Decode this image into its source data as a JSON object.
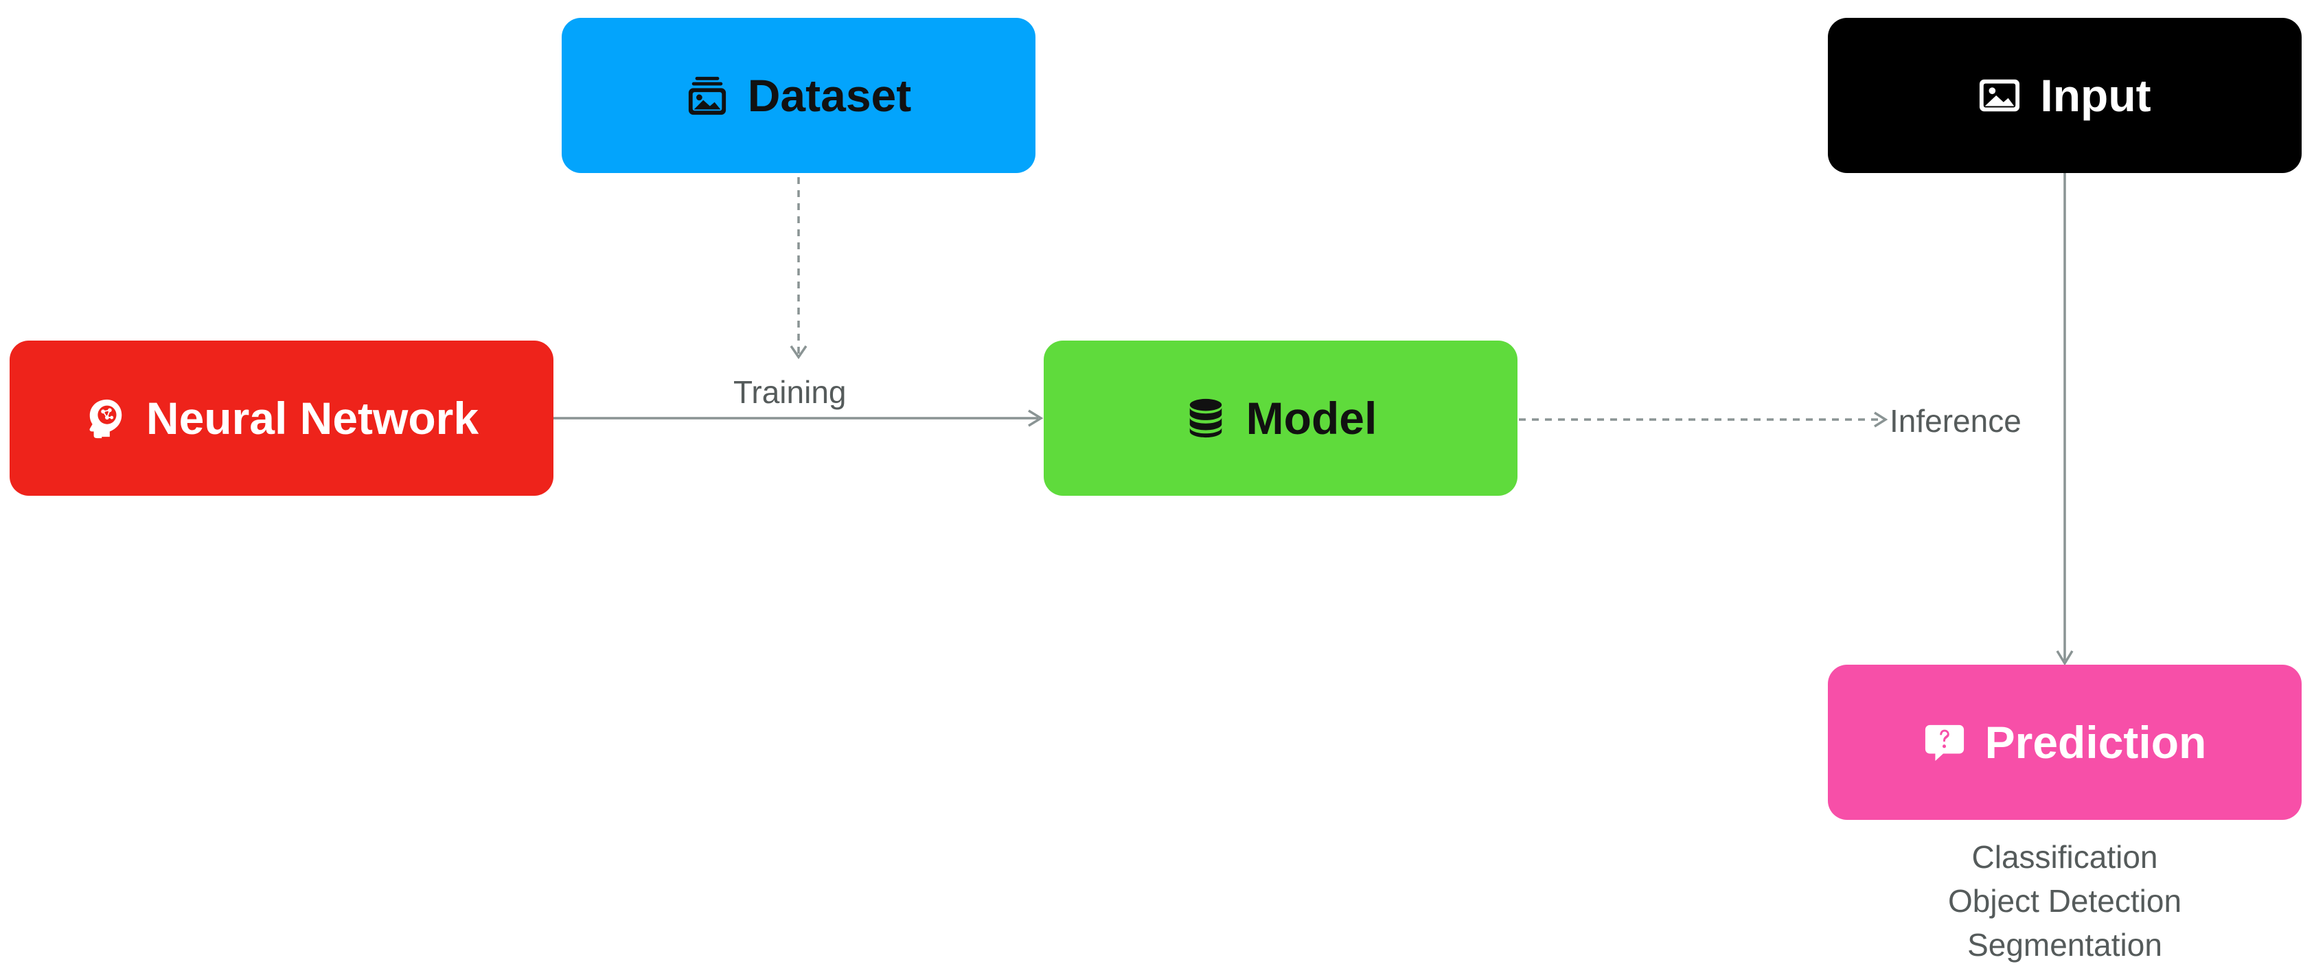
{
  "nodes": {
    "dataset": {
      "label": "Dataset",
      "icon": "image-stack-icon",
      "color": "#03a4fc"
    },
    "input": {
      "label": "Input",
      "icon": "image-icon",
      "color": "#000000"
    },
    "neural_network": {
      "label": "Neural Network",
      "icon": "brain-head-icon",
      "color": "#ee231b"
    },
    "model": {
      "label": "Model",
      "icon": "database-icon",
      "color": "#5fdb3c"
    },
    "prediction": {
      "label": "Prediction",
      "icon": "question-bubble-icon",
      "color": "#f74fa8"
    }
  },
  "edges": {
    "training_label": "Training",
    "inference_label": "Inference"
  },
  "prediction_outputs": [
    "Classification",
    "Object Detection",
    "Segmentation"
  ],
  "colors": {
    "connector": "#8a9494"
  }
}
